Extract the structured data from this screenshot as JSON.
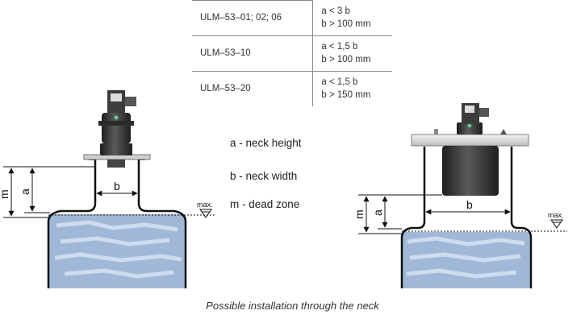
{
  "table": {
    "rows": [
      {
        "model": "ULM–53–01; 02; 06",
        "cond": [
          "a < 3 b",
          "b > 100 mm"
        ]
      },
      {
        "model": "ULM–53–10",
        "cond": [
          "a < 1,5 b",
          "b > 100 mm"
        ]
      },
      {
        "model": "ULM–53–20",
        "cond": [
          "a < 1,5 b",
          "b > 150 mm"
        ]
      }
    ]
  },
  "legend": {
    "a": "a - neck height",
    "b": "b - neck width",
    "m": "m - dead zone"
  },
  "dims": {
    "m": "m",
    "a": "a",
    "b": "b",
    "max": "max."
  },
  "caption": "Possible installation through the neck",
  "colors": {
    "liquid": "#9fb8d8",
    "liquid_light": "#dbe5f2",
    "sensor_body": "#3a3a3a",
    "flange": "#dcdcdc",
    "led": "#5fd28a"
  }
}
